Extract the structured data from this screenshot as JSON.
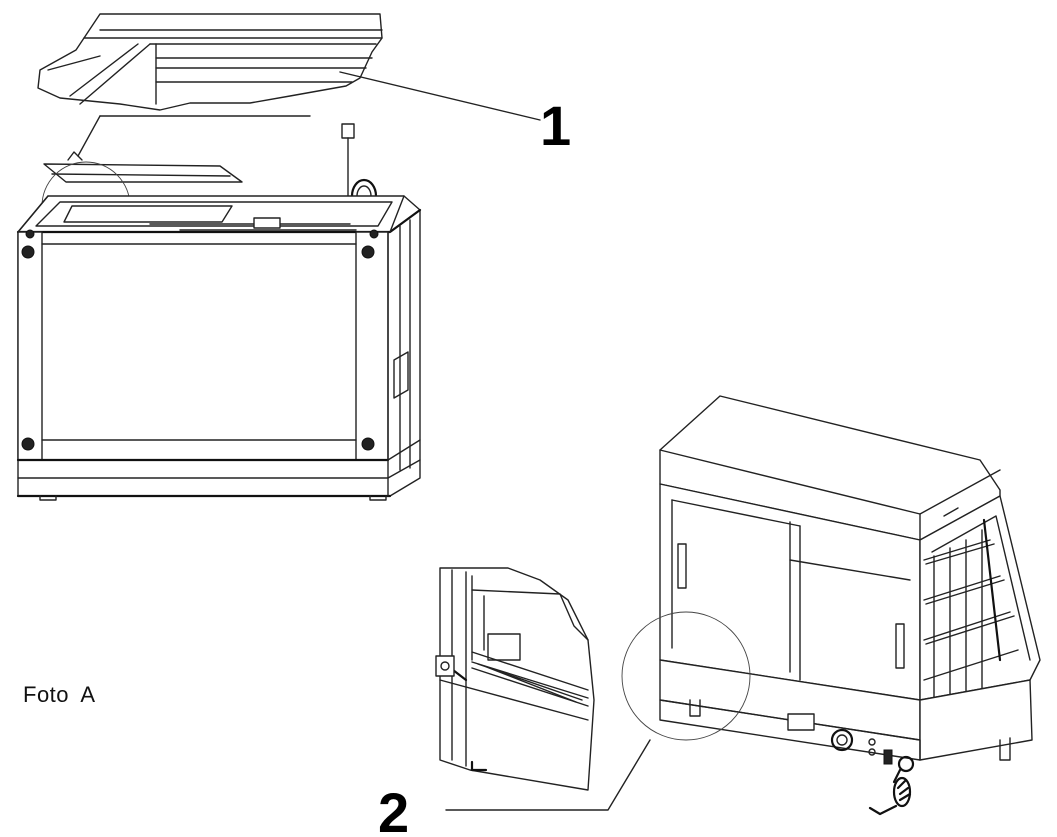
{
  "labels": {
    "callout_1": "1",
    "callout_2": "2",
    "caption": "Foto A"
  }
}
